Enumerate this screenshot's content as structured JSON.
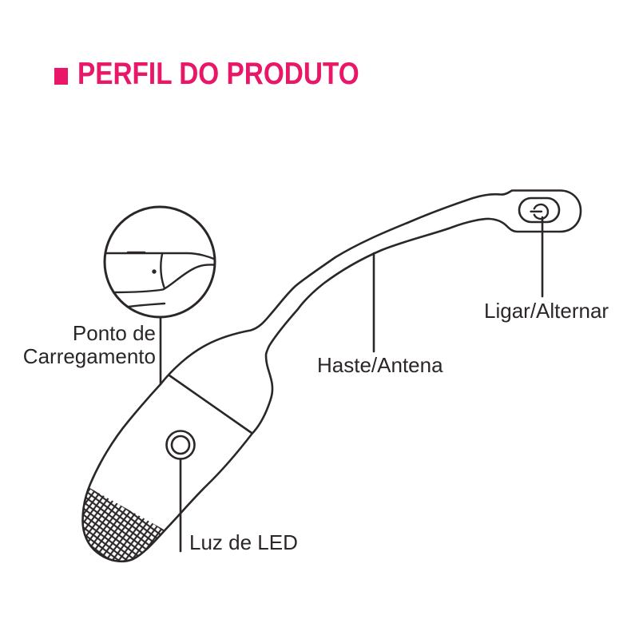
{
  "title": {
    "text": "PERFIL DO PRODUTO"
  },
  "labels": {
    "charging_point_line1": "Ponto de",
    "charging_point_line2": "Carregamento",
    "antenna": "Haste/Antena",
    "power_toggle": "Ligar/Alternar",
    "led_light": "Luz de LED"
  },
  "colors": {
    "accent": "#E81768",
    "line": "#2B2627",
    "background": "#FFFFFF"
  }
}
